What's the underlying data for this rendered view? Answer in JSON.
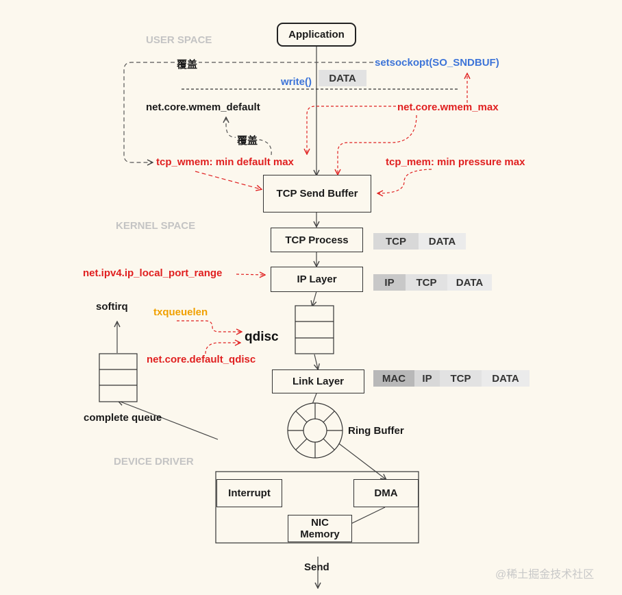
{
  "sections": {
    "user_space": "USER SPACE",
    "kernel_space": "KERNEL SPACE",
    "device_driver": "DEVICE DRIVER"
  },
  "nodes": {
    "application": "Application",
    "tcp_send_buffer": "TCP Send Buffer",
    "tcp_process": "TCP Process",
    "ip_layer": "IP Layer",
    "link_layer": "Link Layer",
    "interrupt": "Interrupt",
    "dma": "DMA",
    "nic_memory_line1": "NIC",
    "nic_memory_line2": "Memory"
  },
  "labels": {
    "write": "write()",
    "data": "DATA",
    "setsockopt": "setsockopt(SO_SNDBUF)",
    "cover1": "覆盖",
    "cover2": "覆盖",
    "wmem_default": "net.core.wmem_default",
    "wmem_max": "net.core.wmem_max",
    "tcp_wmem": "tcp_wmem: min default max",
    "tcp_mem": "tcp_mem: min pressure max",
    "port_range": "net.ipv4.ip_local_port_range",
    "softirq": "softirq",
    "txqueuelen": "txqueuelen",
    "default_qdisc": "net.core.default_qdisc",
    "qdisc": "qdisc",
    "complete_queue": "complete queue",
    "ring_buffer": "Ring Buffer",
    "send": "Send",
    "watermark": "@稀土掘金技术社区"
  },
  "headers": {
    "tcp": [
      "TCP",
      "DATA"
    ],
    "ip": [
      "IP",
      "TCP",
      "DATA"
    ],
    "link": [
      "MAC",
      "IP",
      "TCP",
      "DATA"
    ]
  },
  "colors": {
    "background": "#fcf8ee",
    "red": "#e02020",
    "blue": "#3d74d8",
    "orange": "#f0a000",
    "section_gray": "#c4c4c4"
  }
}
